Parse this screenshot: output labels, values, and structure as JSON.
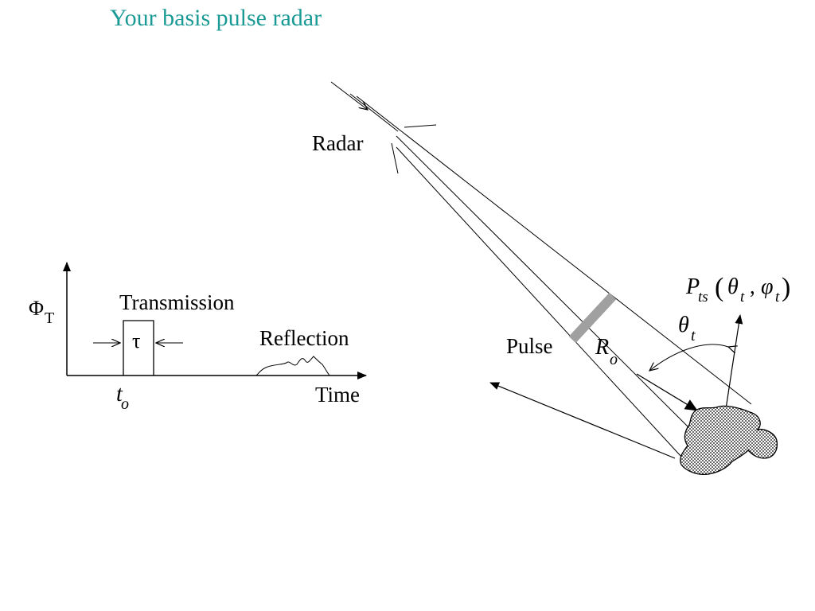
{
  "title": "Your basis pulse radar",
  "colors": {
    "title": "#1a9a95",
    "pulse_band": "#a0a0a0",
    "target_fill": "#d8d8d8"
  },
  "timing_plot": {
    "y_axis_label": "Φ",
    "y_axis_sub": "T",
    "transmission_label": "Transmission",
    "tau_label": "τ",
    "reflection_label": "Reflection",
    "t_label": "t",
    "t_sub": "o",
    "time_label": "Time"
  },
  "geometry_sketch": {
    "radar_label": "Radar",
    "pulse_label": "Pulse",
    "range_label": "R",
    "range_sub": "o",
    "theta_label": "θ",
    "theta_sub": "t",
    "P_label": "P",
    "P_sub": "ts",
    "paren_open": "(",
    "paren_theta": "θ",
    "paren_theta_sub": "t",
    "paren_comma": ",",
    "paren_phi": "φ",
    "paren_phi_sub": "t",
    "paren_close": ")"
  }
}
